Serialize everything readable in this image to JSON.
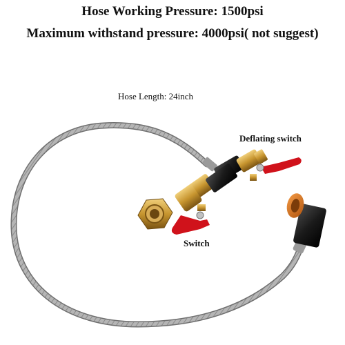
{
  "header": {
    "line1": "Hose Working Pressure: 1500psi",
    "line2": "Maximum withstand pressure: 4000psi( not suggest)"
  },
  "labels": {
    "hose_length": "Hose Length: 24inch",
    "deflating_switch": "Deflating switch",
    "switch": "Switch"
  },
  "colors": {
    "hose": "#a9a9a9",
    "brass": "#c99a3a",
    "handle_red": "#d0121b",
    "black_body": "#1b1b1b",
    "orange_cap": "#d8731f"
  }
}
